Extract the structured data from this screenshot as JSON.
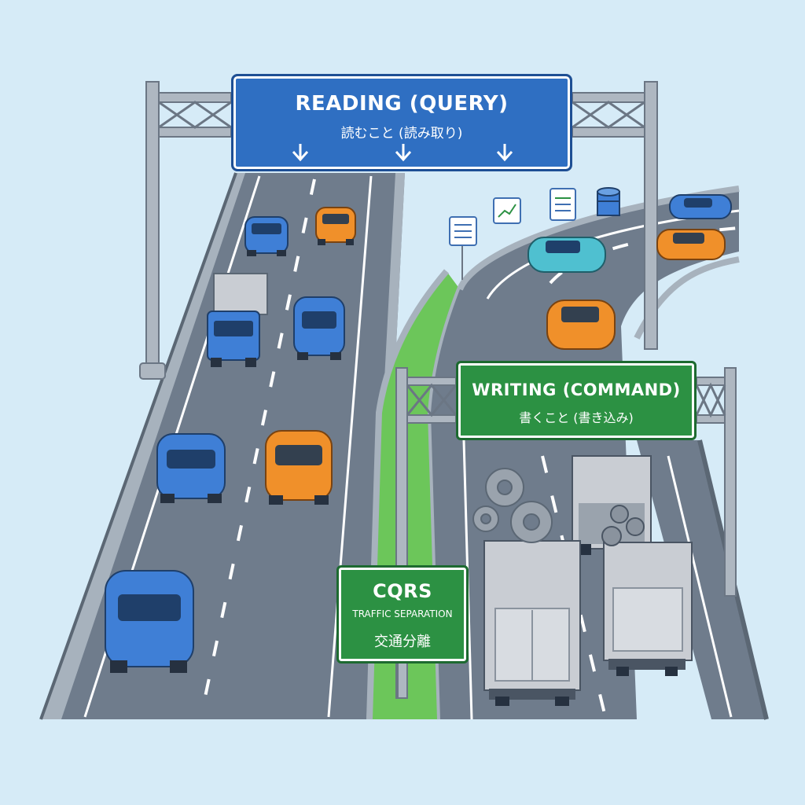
{
  "signs": {
    "reading": {
      "title": "READING (QUERY)",
      "subtitle": "読むこと (読み取り)"
    },
    "writing": {
      "title": "WRITING (COMMAND)",
      "subtitle": "書くこと (書き込み)"
    },
    "cqrs": {
      "title": "CQRS",
      "line2": "TRAFFIC SEPARATION",
      "line3": "交通分離"
    }
  },
  "colors": {
    "sky": "#d6ebf7",
    "road": "#6f7c8c",
    "median_green": "#6cc65a",
    "sign_blue": "#2f6fc2",
    "sign_green": "#2c9143",
    "car_blue": "#3f7fd6",
    "car_orange": "#f0902a",
    "car_teal": "#4fc0d0",
    "truck_grey": "#c9cdd3"
  },
  "icons": [
    "document-icon",
    "chart-icon",
    "list-icon",
    "database-icon",
    "gear-icon"
  ]
}
